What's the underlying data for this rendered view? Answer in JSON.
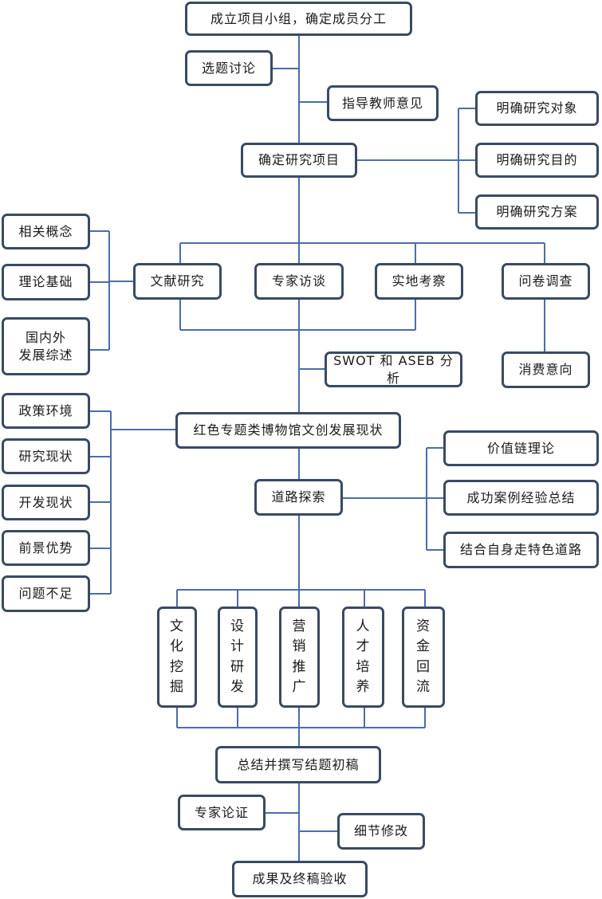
{
  "nodes": {
    "start": "成立项目小组，确定成员分工",
    "topic_discussion": "选题讨论",
    "advisor_opinion": "指导教师意见",
    "confirm_project": "确定研究项目",
    "clear_object": "明确研究对象",
    "clear_goal": "明确研究目的",
    "clear_plan": "明确研究方案",
    "related_concepts": "相关概念",
    "theory_basis": "理论基础",
    "review": "国内外\n发展综述",
    "literature": "文献研究",
    "expert_interview": "专家访谈",
    "field_survey": "实地考察",
    "questionnaire": "问卷调查",
    "consumer_intent": "消费意向",
    "swot": "SWOT 和 ASEB 分析",
    "policy_env": "政策环境",
    "research_status": "研究现状",
    "dev_status": "开发现状",
    "prospects": "前景优势",
    "problems": "问题不足",
    "current_status": "红色专题类博物馆文创发展现状",
    "path_explore": "道路探索",
    "value_chain": "价值链理论",
    "case_summary": "成功案例经验总结",
    "own_path": "结合自身走特色道路",
    "culture_dig": "文\n化\n挖\n掘",
    "design_dev": "设\n计\n研\n发",
    "marketing": "营\n销\n推\n广",
    "talent": "人\n才\n培\n养",
    "capital": "资\n金\n回\n流",
    "summary_draft": "总结并撰写结题初稿",
    "expert_demo": "专家论证",
    "detail_edit": "细节修改",
    "final_accept": "成果及终稿验收"
  },
  "colors": {
    "line": "#4a6ea9",
    "border": "#3a4a63"
  }
}
